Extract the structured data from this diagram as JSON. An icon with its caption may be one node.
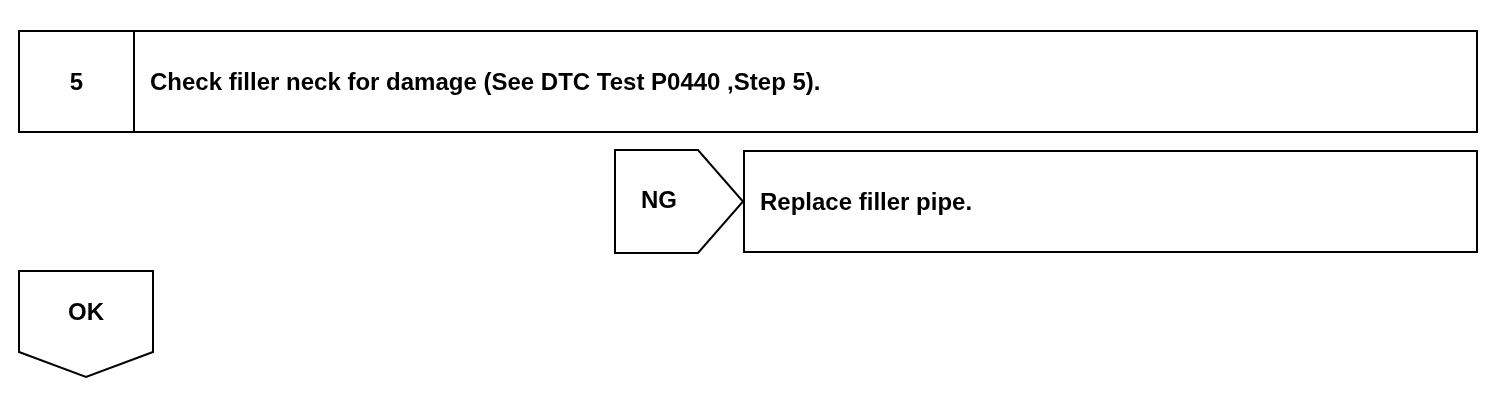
{
  "diagram": {
    "nodes": [
      {
        "text": [
          "5",
          "Check filler neck for damage (See DTC Test P0440 ,Step 5)."
        ]
      },
      {
        "text": [
          "Replace filler pipe."
        ]
      },
      {
        "text": [
          "OK"
        ]
      }
    ],
    "edges": [
      {
        "from": 0,
        "to": 1,
        "arrow": "to",
        "label": "NG"
      }
    ]
  }
}
